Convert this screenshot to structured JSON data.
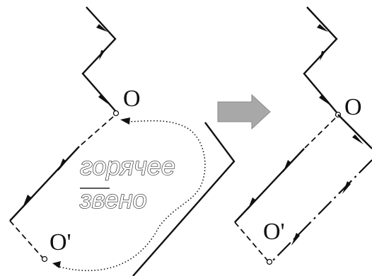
{
  "labels": {
    "left_node_top": "O",
    "left_node_bottom": "O'",
    "right_node_top": "O",
    "right_node_bottom": "O'",
    "hot_link_line1": "горячее",
    "hot_link_line2": "звено"
  }
}
